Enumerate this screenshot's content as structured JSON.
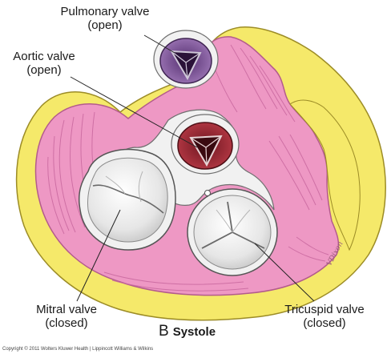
{
  "labels": {
    "pulmonary_valve": {
      "name": "Pulmonary valve",
      "state": "(open)"
    },
    "aortic_valve": {
      "name": "Aortic valve",
      "state": "(open)"
    },
    "mitral_valve": {
      "name": "Mitral valve",
      "state": "(closed)"
    },
    "tricuspid_valve": {
      "name": "Tricuspid valve",
      "state": "(closed)"
    }
  },
  "panel": {
    "letter": "B",
    "title": "Systole"
  },
  "copyright": "Copyright © 2011 Wolters Kluwer Health | Lippincott Williams & Wilkins",
  "signature": "VDixon",
  "colors": {
    "fat": "#f5e96a",
    "myocardium": "#ee98c4",
    "myocardium_dark": "#c9689f",
    "fibrous_skeleton": "#f1f1f1",
    "pulmonary_valve": "#7a5494",
    "aortic_valve": "#9a2834",
    "av_valve_leaflet": "#e9e9e9"
  }
}
